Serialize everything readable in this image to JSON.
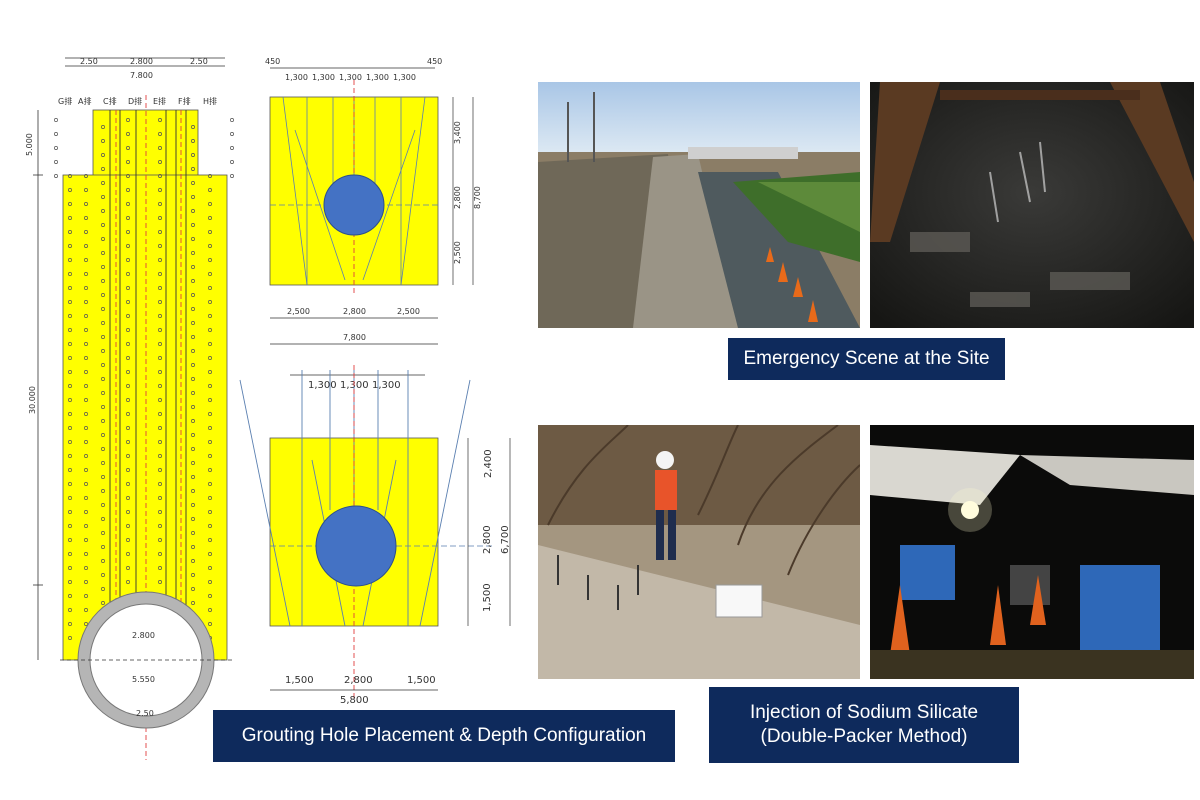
{
  "captions": {
    "grouting": "Grouting Hole Placement & Depth Configuration",
    "scene": "Emergency Scene at the Site",
    "injection_line1": "Injection of Sodium Silicate",
    "injection_line2": "(Double-Packer Method)"
  },
  "left_drawing": {
    "top_dims": [
      "2.50",
      "2.800",
      "2.50"
    ],
    "top_total": "7.800",
    "row_labels": [
      "G排",
      "A排",
      "C排",
      "D排",
      "E排",
      "F排",
      "H排"
    ],
    "side_dim_upper": "5.000",
    "side_dim_main": "30.000",
    "pipe_inner": "2.800",
    "pipe_outer": "5.550",
    "pipe_bottom": "2.50"
  },
  "upper_section": {
    "edge_left": "450",
    "edge_right": "450",
    "top_spacing": [
      "1,300",
      "1,300",
      "1,300",
      "1,300",
      "1,300"
    ],
    "right_dims": [
      "3,400",
      "2,800",
      "2,500"
    ],
    "right_total": "8,700",
    "bottom_dims": [
      "2,500",
      "2,800",
      "2,500"
    ],
    "bottom_total": "7,800"
  },
  "lower_section": {
    "top_spacing": [
      "1,300",
      "1,300",
      "1,300"
    ],
    "right_dims": [
      "2,400",
      "2,800",
      "1,500"
    ],
    "right_total": "6,700",
    "bottom_dims": [
      "1,500",
      "2,800",
      "1,500"
    ],
    "bottom_total": "5,800"
  },
  "colors": {
    "grout_zone": "#ffff00",
    "pipe": "#4472c4",
    "caption_bg": "#0e2a5c"
  }
}
